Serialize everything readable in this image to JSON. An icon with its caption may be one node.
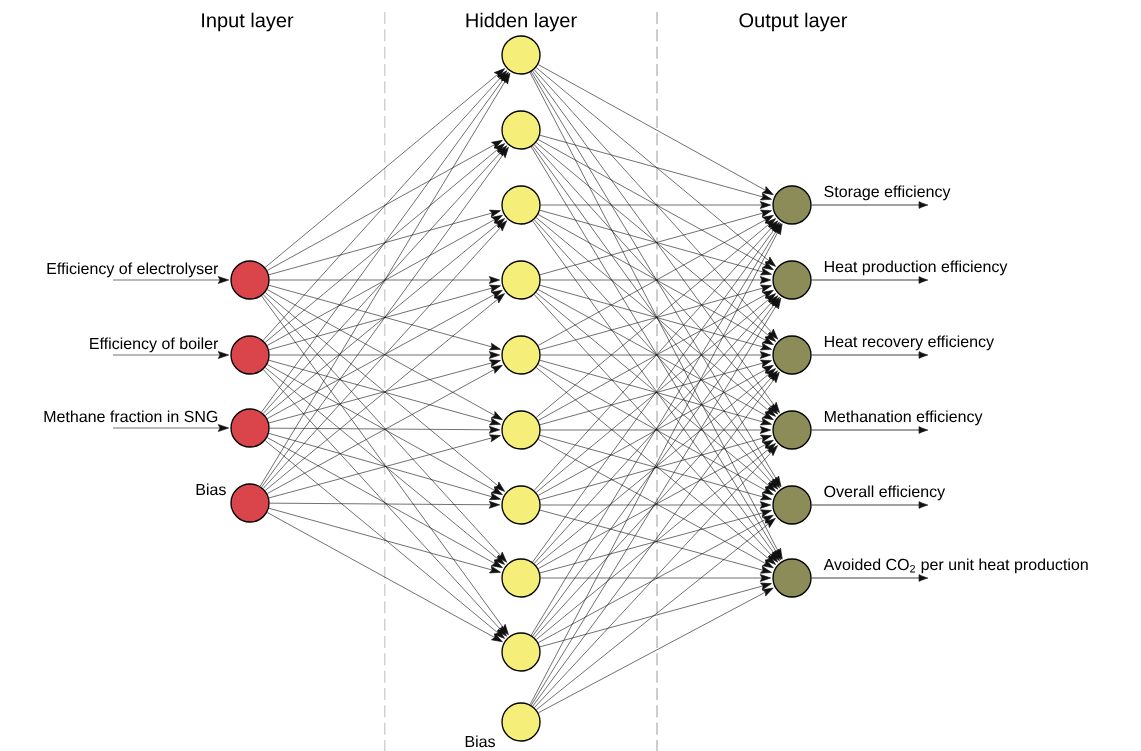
{
  "diagram": {
    "nodes": [
      {
        "text": [],
        "shape": "circle",
        "beside": [
          "Efficiency of electrolyser"
        ]
      },
      {
        "text": [],
        "shape": "circle",
        "beside": [
          "Efficiency of boiler"
        ]
      },
      {
        "text": [],
        "shape": "circle",
        "beside": [
          "Methane fraction in SNG"
        ]
      },
      {
        "text": [],
        "shape": "circle",
        "beside": [
          "Bias"
        ]
      },
      {
        "text": [],
        "shape": "circle"
      },
      {
        "text": [],
        "shape": "circle"
      },
      {
        "text": [],
        "shape": "circle"
      },
      {
        "text": [],
        "shape": "circle"
      },
      {
        "text": [],
        "shape": "circle"
      },
      {
        "text": [],
        "shape": "circle"
      },
      {
        "text": [],
        "shape": "circle"
      },
      {
        "text": [],
        "shape": "circle"
      },
      {
        "text": [],
        "shape": "circle"
      },
      {
        "text": [],
        "shape": "circle",
        "beside": [
          "Bias"
        ]
      },
      {
        "text": [],
        "shape": "circle",
        "beside": [
          "Storage efficiency"
        ]
      },
      {
        "text": [],
        "shape": "circle",
        "beside": [
          "Heat production efficiency"
        ]
      },
      {
        "text": [],
        "shape": "circle",
        "beside": [
          "Heat recovery efficiency"
        ]
      },
      {
        "text": [],
        "shape": "circle",
        "beside": [
          "Methanation efficiency"
        ]
      },
      {
        "text": [],
        "shape": "circle",
        "beside": [
          "Overall efficiency"
        ]
      },
      {
        "text": [],
        "shape": "circle",
        "beside": [
          "Avoided CO$_{2}$ per unit heat production"
        ]
      }
    ],
    "edges": [
      {
        "from": null,
        "to": 0,
        "arrow": "to"
      },
      {
        "from": null,
        "to": 1,
        "arrow": "to"
      },
      {
        "from": null,
        "to": 2,
        "arrow": "to"
      },
      {
        "from": 0,
        "to": 4,
        "arrow": "to"
      },
      {
        "from": 0,
        "to": 5,
        "arrow": "to"
      },
      {
        "from": 0,
        "to": 6,
        "arrow": "to"
      },
      {
        "from": 0,
        "to": 7,
        "arrow": "to"
      },
      {
        "from": 0,
        "to": 8,
        "arrow": "to"
      },
      {
        "from": 0,
        "to": 9,
        "arrow": "to"
      },
      {
        "from": 0,
        "to": 10,
        "arrow": "to"
      },
      {
        "from": 0,
        "to": 11,
        "arrow": "to"
      },
      {
        "from": 0,
        "to": 12,
        "arrow": "to"
      },
      {
        "from": 1,
        "to": 4,
        "arrow": "to"
      },
      {
        "from": 1,
        "to": 5,
        "arrow": "to"
      },
      {
        "from": 1,
        "to": 6,
        "arrow": "to"
      },
      {
        "from": 1,
        "to": 7,
        "arrow": "to"
      },
      {
        "from": 1,
        "to": 8,
        "arrow": "to"
      },
      {
        "from": 1,
        "to": 9,
        "arrow": "to"
      },
      {
        "from": 1,
        "to": 10,
        "arrow": "to"
      },
      {
        "from": 1,
        "to": 11,
        "arrow": "to"
      },
      {
        "from": 1,
        "to": 12,
        "arrow": "to"
      },
      {
        "from": 2,
        "to": 4,
        "arrow": "to"
      },
      {
        "from": 2,
        "to": 5,
        "arrow": "to"
      },
      {
        "from": 2,
        "to": 6,
        "arrow": "to"
      },
      {
        "from": 2,
        "to": 7,
        "arrow": "to"
      },
      {
        "from": 2,
        "to": 8,
        "arrow": "to"
      },
      {
        "from": 2,
        "to": 9,
        "arrow": "to"
      },
      {
        "from": 2,
        "to": 10,
        "arrow": "to"
      },
      {
        "from": 2,
        "to": 11,
        "arrow": "to"
      },
      {
        "from": 2,
        "to": 12,
        "arrow": "to"
      },
      {
        "from": 3,
        "to": 4,
        "arrow": "to"
      },
      {
        "from": 3,
        "to": 5,
        "arrow": "to"
      },
      {
        "from": 3,
        "to": 6,
        "arrow": "to"
      },
      {
        "from": 3,
        "to": 7,
        "arrow": "to"
      },
      {
        "from": 3,
        "to": 8,
        "arrow": "to"
      },
      {
        "from": 3,
        "to": 9,
        "arrow": "to"
      },
      {
        "from": 3,
        "to": 10,
        "arrow": "to"
      },
      {
        "from": 3,
        "to": 11,
        "arrow": "to"
      },
      {
        "from": 3,
        "to": 12,
        "arrow": "to"
      },
      {
        "from": 4,
        "to": 14,
        "arrow": "to"
      },
      {
        "from": 4,
        "to": 15,
        "arrow": "to"
      },
      {
        "from": 4,
        "to": 16,
        "arrow": "to"
      },
      {
        "from": 4,
        "to": 17,
        "arrow": "to"
      },
      {
        "from": 4,
        "to": 18,
        "arrow": "to"
      },
      {
        "from": 4,
        "to": 19,
        "arrow": "to"
      },
      {
        "from": 5,
        "to": 14,
        "arrow": "to"
      },
      {
        "from": 5,
        "to": 15,
        "arrow": "to"
      },
      {
        "from": 5,
        "to": 16,
        "arrow": "to"
      },
      {
        "from": 5,
        "to": 17,
        "arrow": "to"
      },
      {
        "from": 5,
        "to": 18,
        "arrow": "to"
      },
      {
        "from": 5,
        "to": 19,
        "arrow": "to"
      },
      {
        "from": 6,
        "to": 14,
        "arrow": "to"
      },
      {
        "from": 6,
        "to": 15,
        "arrow": "to"
      },
      {
        "from": 6,
        "to": 16,
        "arrow": "to"
      },
      {
        "from": 6,
        "to": 17,
        "arrow": "to"
      },
      {
        "from": 6,
        "to": 18,
        "arrow": "to"
      },
      {
        "from": 6,
        "to": 19,
        "arrow": "to"
      },
      {
        "from": 7,
        "to": 14,
        "arrow": "to"
      },
      {
        "from": 7,
        "to": 15,
        "arrow": "to"
      },
      {
        "from": 7,
        "to": 16,
        "arrow": "to"
      },
      {
        "from": 7,
        "to": 17,
        "arrow": "to"
      },
      {
        "from": 7,
        "to": 18,
        "arrow": "to"
      },
      {
        "from": 7,
        "to": 19,
        "arrow": "to"
      },
      {
        "from": 8,
        "to": 14,
        "arrow": "to"
      },
      {
        "from": 8,
        "to": 15,
        "arrow": "to"
      },
      {
        "from": 8,
        "to": 16,
        "arrow": "to"
      },
      {
        "from": 8,
        "to": 17,
        "arrow": "to"
      },
      {
        "from": 8,
        "to": 18,
        "arrow": "to"
      },
      {
        "from": 8,
        "to": 19,
        "arrow": "to"
      },
      {
        "from": 9,
        "to": 14,
        "arrow": "to"
      },
      {
        "from": 9,
        "to": 15,
        "arrow": "to"
      },
      {
        "from": 9,
        "to": 16,
        "arrow": "to"
      },
      {
        "from": 9,
        "to": 17,
        "arrow": "to"
      },
      {
        "from": 9,
        "to": 18,
        "arrow": "to"
      },
      {
        "from": 9,
        "to": 19,
        "arrow": "to"
      },
      {
        "from": 10,
        "to": 14,
        "arrow": "to"
      },
      {
        "from": 10,
        "to": 15,
        "arrow": "to"
      },
      {
        "from": 10,
        "to": 16,
        "arrow": "to"
      },
      {
        "from": 10,
        "to": 17,
        "arrow": "to"
      },
      {
        "from": 10,
        "to": 18,
        "arrow": "to"
      },
      {
        "from": 10,
        "to": 19,
        "arrow": "to"
      },
      {
        "from": 11,
        "to": 14,
        "arrow": "to"
      },
      {
        "from": 11,
        "to": 15,
        "arrow": "to"
      },
      {
        "from": 11,
        "to": 16,
        "arrow": "to"
      },
      {
        "from": 11,
        "to": 17,
        "arrow": "to"
      },
      {
        "from": 11,
        "to": 18,
        "arrow": "to"
      },
      {
        "from": 11,
        "to": 19,
        "arrow": "to"
      },
      {
        "from": 12,
        "to": 14,
        "arrow": "to"
      },
      {
        "from": 12,
        "to": 15,
        "arrow": "to"
      },
      {
        "from": 12,
        "to": 16,
        "arrow": "to"
      },
      {
        "from": 12,
        "to": 17,
        "arrow": "to"
      },
      {
        "from": 12,
        "to": 18,
        "arrow": "to"
      },
      {
        "from": 12,
        "to": 19,
        "arrow": "to"
      },
      {
        "from": 13,
        "to": 14,
        "arrow": "to"
      },
      {
        "from": 13,
        "to": 15,
        "arrow": "to"
      },
      {
        "from": 13,
        "to": 16,
        "arrow": "to"
      },
      {
        "from": 13,
        "to": 17,
        "arrow": "to"
      },
      {
        "from": 13,
        "to": 18,
        "arrow": "to"
      },
      {
        "from": 13,
        "to": 19,
        "arrow": "to"
      },
      {
        "from": 14,
        "to": null,
        "arrow": "to"
      },
      {
        "from": 15,
        "to": null,
        "arrow": "to"
      },
      {
        "from": 16,
        "to": null,
        "arrow": "to"
      },
      {
        "from": 17,
        "to": null,
        "arrow": "to"
      },
      {
        "from": 18,
        "to": null,
        "arrow": "to"
      },
      {
        "from": 19,
        "to": null,
        "arrow": "to"
      }
    ],
    "labels": [
      "Input layer",
      "Hidden layer",
      "Output layer"
    ]
  }
}
